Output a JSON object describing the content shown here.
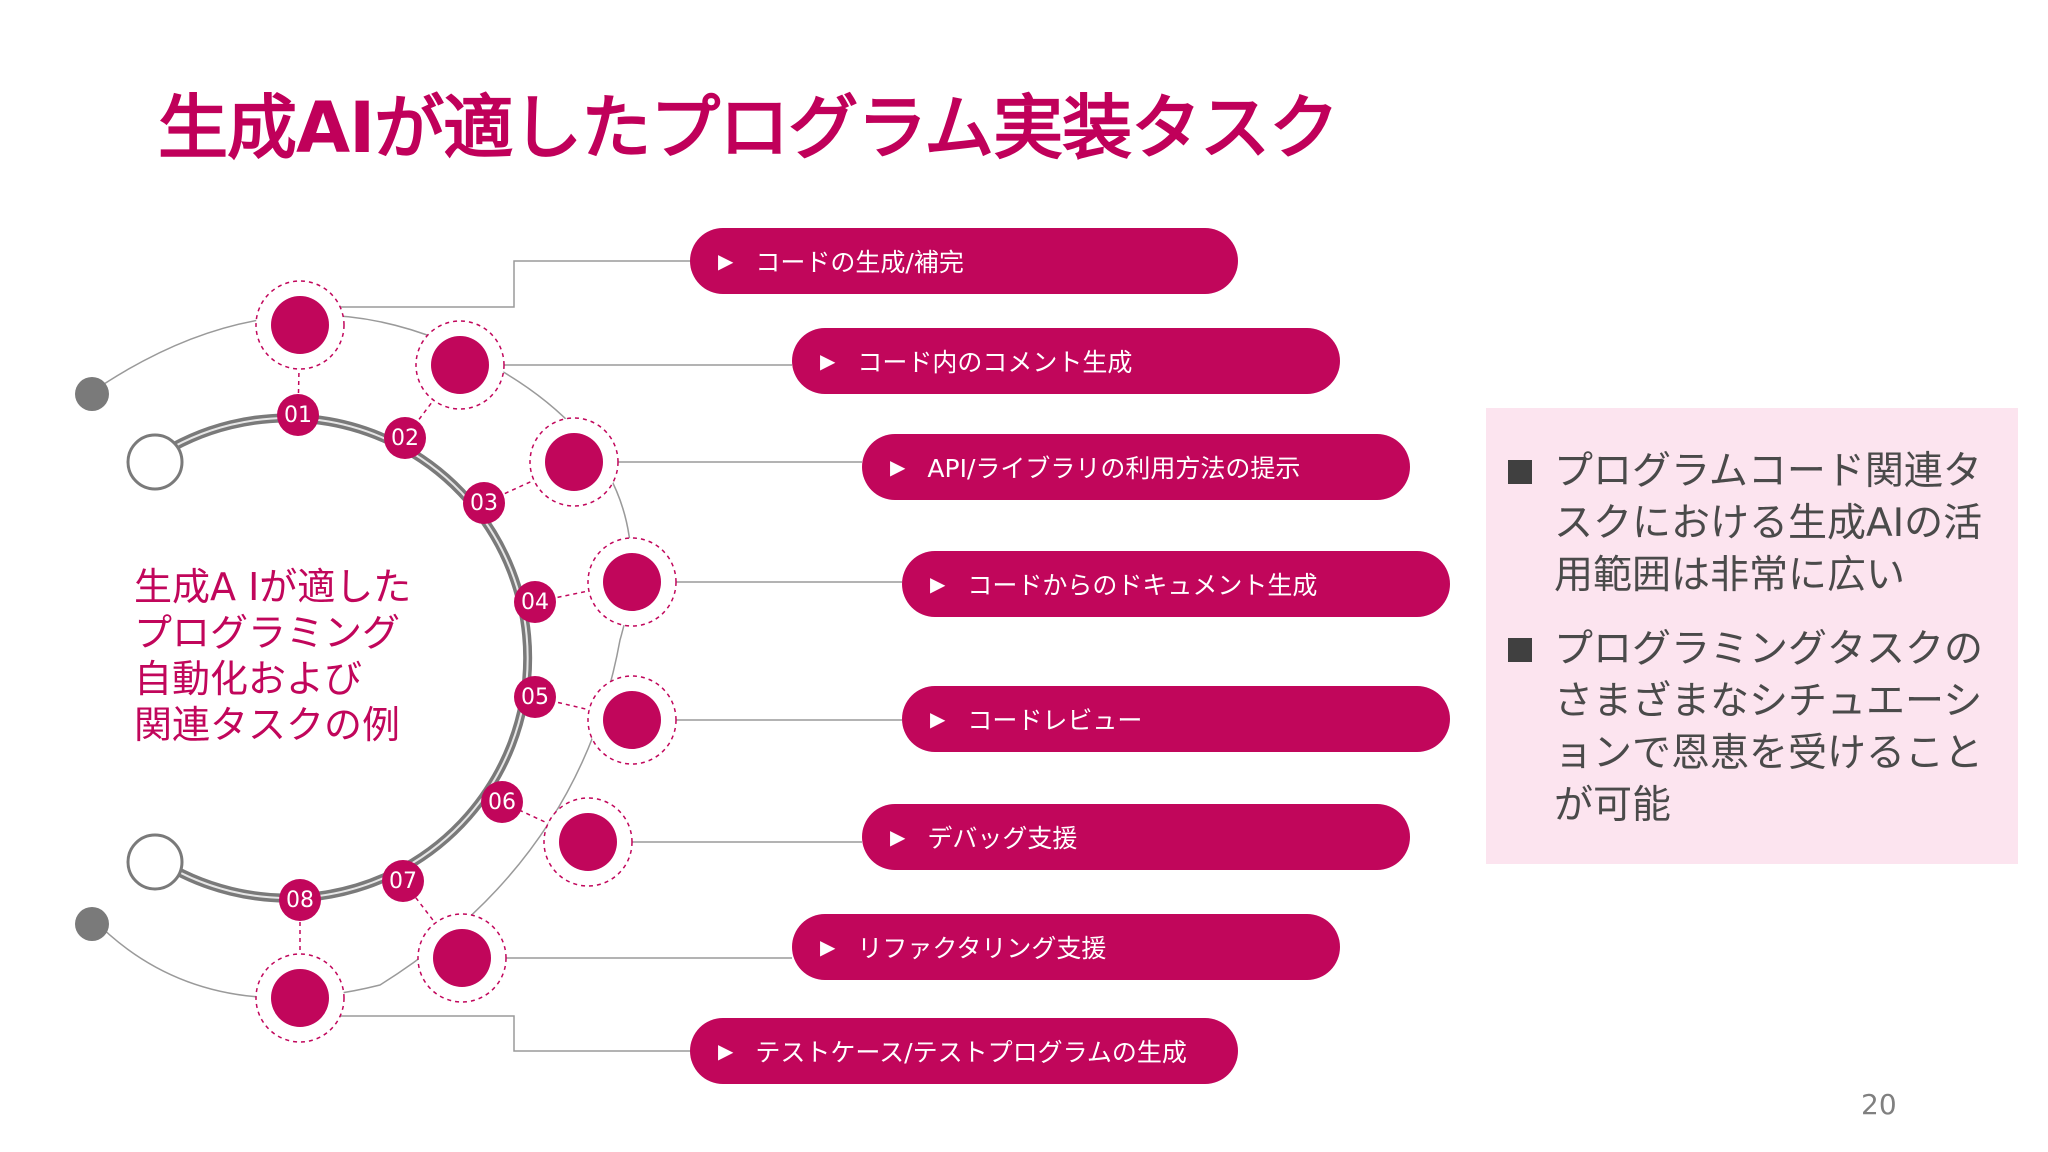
{
  "slide": {
    "title": "生成AIが適したプログラム実装タスク",
    "page_number": "20"
  },
  "diagram": {
    "center_label_lines": [
      "生成A Iが適した",
      "プログラミング",
      "自動化および",
      "関連タスクの例"
    ],
    "tasks": [
      {
        "num": "01",
        "label": "コードの生成/補完"
      },
      {
        "num": "02",
        "label": "コード内のコメント生成"
      },
      {
        "num": "03",
        "label": "API/ライブラリの利用方法の提示"
      },
      {
        "num": "04",
        "label": "コードからのドキュメント生成"
      },
      {
        "num": "05",
        "label": "コードレビュー"
      },
      {
        "num": "06",
        "label": "デバッグ支援"
      },
      {
        "num": "07",
        "label": "リファクタリング支援"
      },
      {
        "num": "08",
        "label": "テストケース/テストプログラムの生成"
      }
    ],
    "bullet_glyph": "▶"
  },
  "note": {
    "items": [
      "プログラムコード関連タスクにおける生成AIの活用範囲は非常に広い",
      "プログラミングタスクのさまざまなシチュエーションで恩恵を受けることが可能"
    ]
  },
  "colors": {
    "accent": "#c1065b",
    "title": "#c0005a",
    "note_bg": "#fce4ef",
    "ring": "#7a7a7a"
  }
}
